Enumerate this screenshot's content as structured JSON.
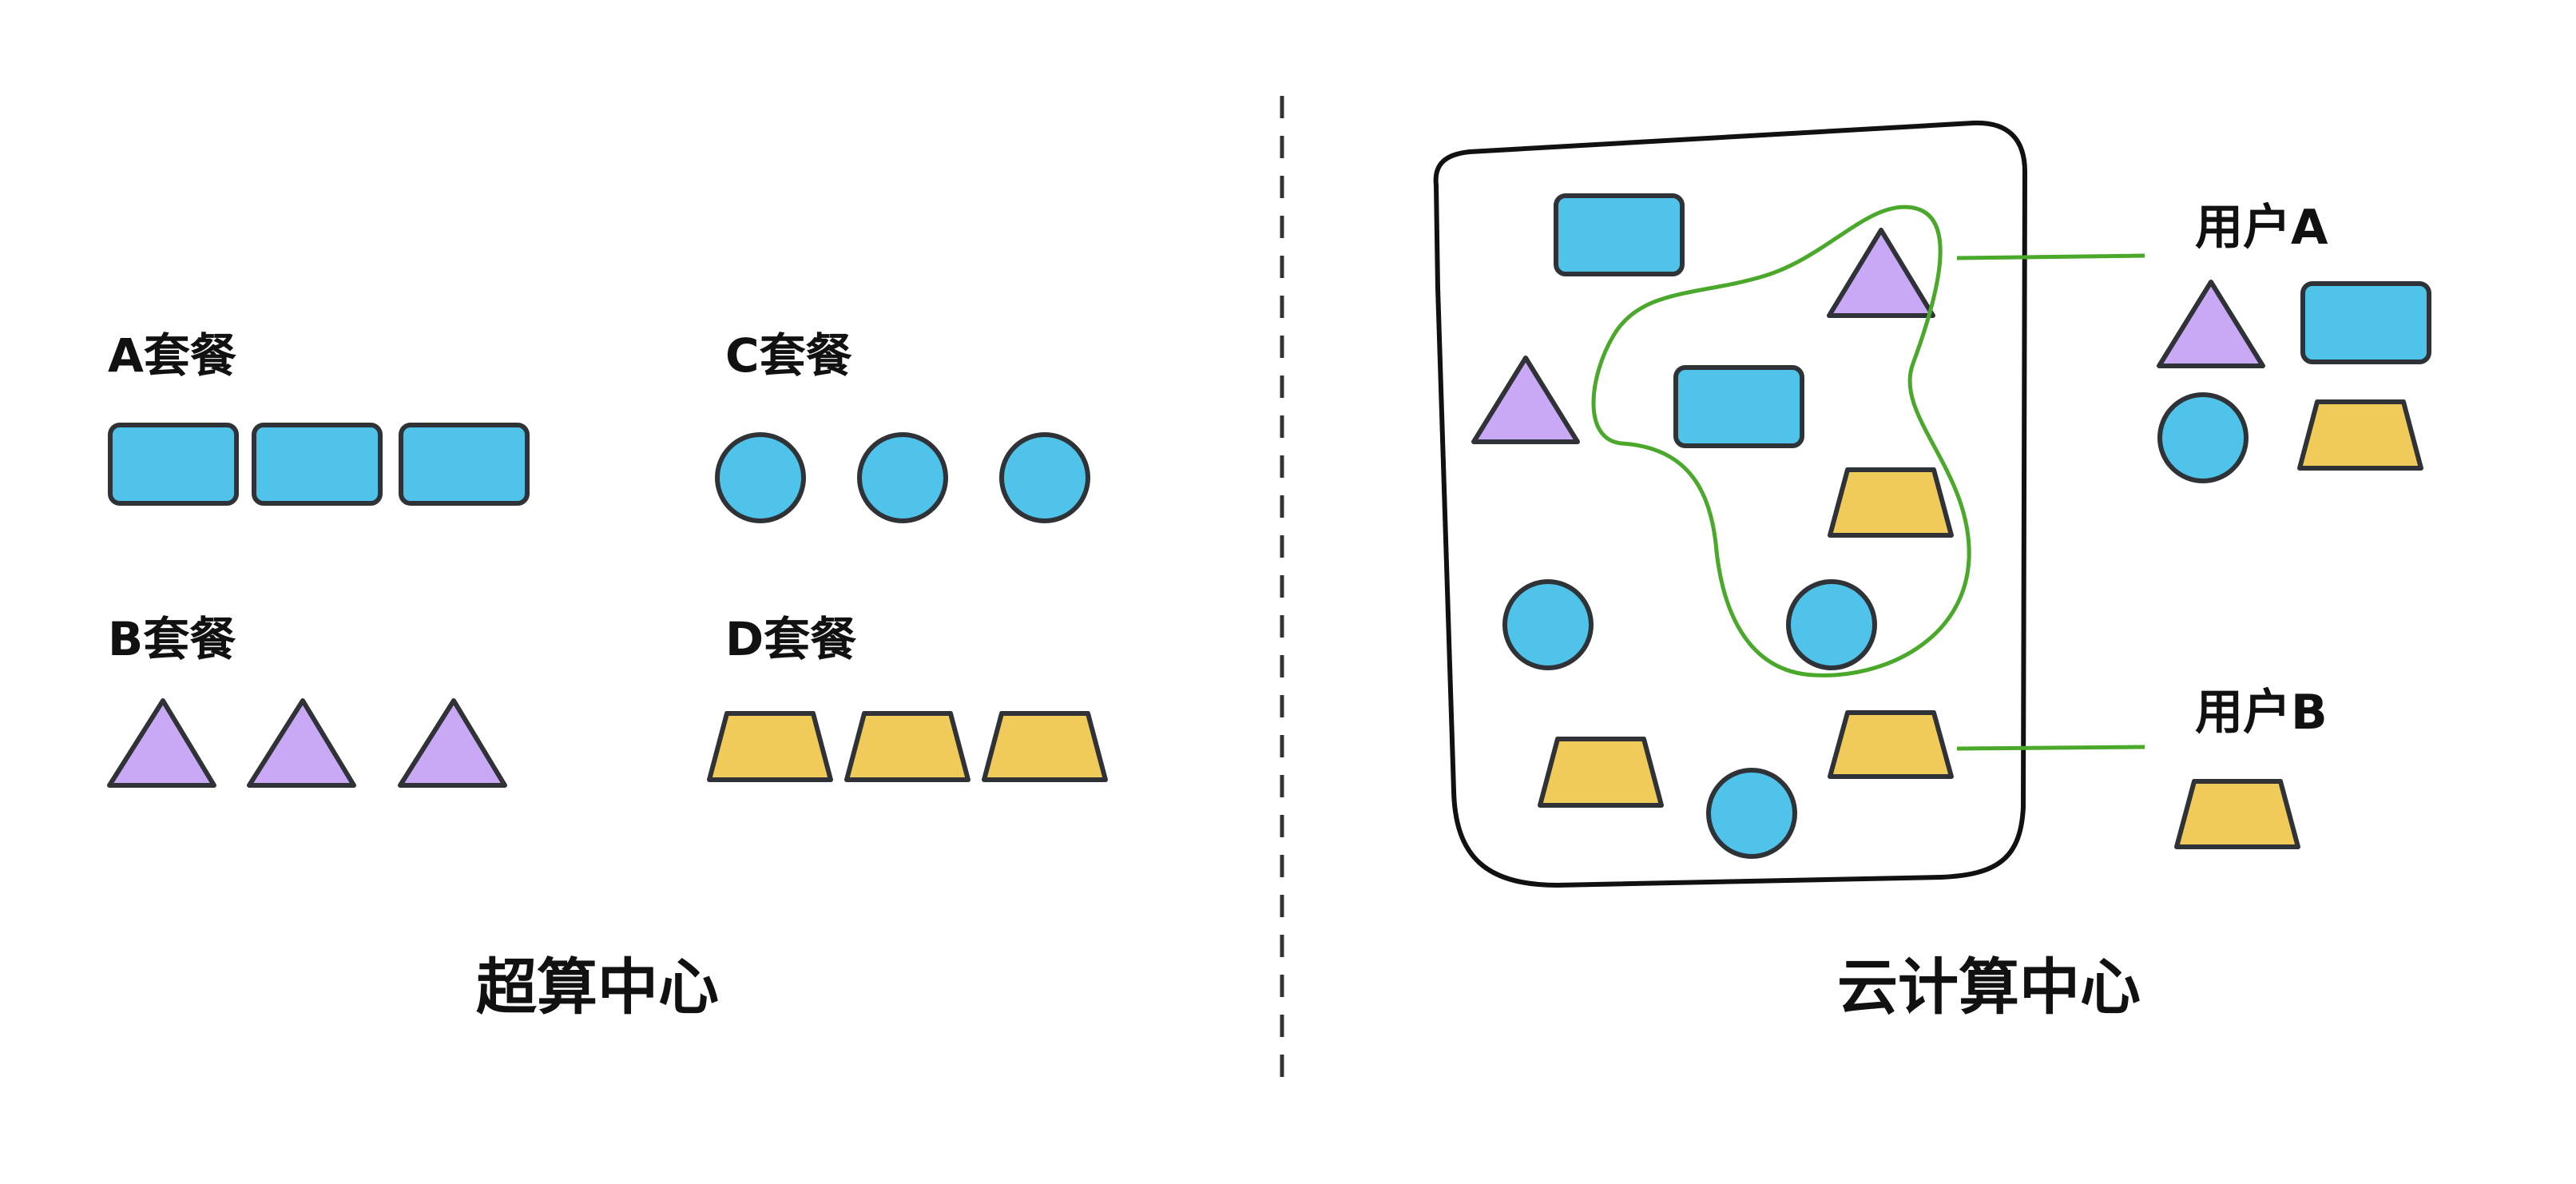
{
  "colors": {
    "rect": "#4fc3ea",
    "circle": "#4fc3ea",
    "triangle": "#c9a8f5",
    "trapezoid": "#f1cb5a",
    "outline": "#2f3338",
    "link": "#4aa82a",
    "text": "#111111"
  },
  "left_section": {
    "title": "超算中心",
    "packages": [
      {
        "label": "A套餐",
        "shape": "rectangle",
        "count": 3
      },
      {
        "label": "C套餐",
        "shape": "circle",
        "count": 3
      },
      {
        "label": "B套餐",
        "shape": "triangle",
        "count": 3
      },
      {
        "label": "D套餐",
        "shape": "trapezoid",
        "count": 3
      }
    ]
  },
  "right_section": {
    "title": "云计算中心",
    "pool_shapes": [
      "rectangle",
      "triangle",
      "triangle",
      "rectangle",
      "trapezoid",
      "circle",
      "circle",
      "trapezoid",
      "trapezoid",
      "circle"
    ],
    "users": [
      {
        "label": "用户A",
        "shapes": [
          "triangle",
          "rectangle",
          "circle",
          "trapezoid"
        ]
      },
      {
        "label": "用户B",
        "shapes": [
          "trapezoid"
        ]
      }
    ]
  }
}
